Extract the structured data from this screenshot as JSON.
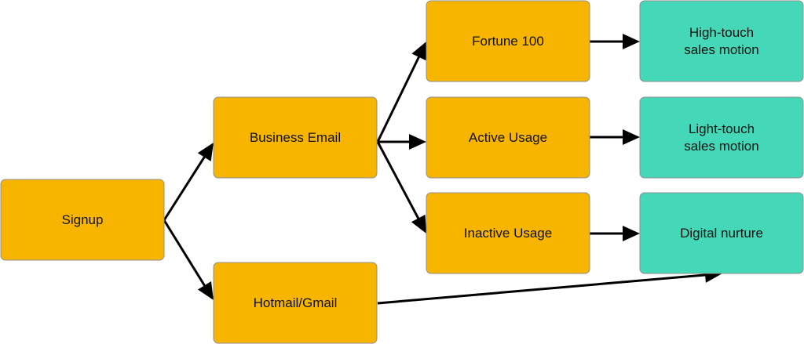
{
  "colors": {
    "decision_fill": "#F7B500",
    "outcome_fill": "#45D8B8",
    "border": "#8F8F8F",
    "edge": "#000000",
    "text": "#111111"
  },
  "nodes": {
    "signup": {
      "lines": [
        "Signup"
      ],
      "kind": "decision"
    },
    "business_email": {
      "lines": [
        "Business Email"
      ],
      "kind": "decision"
    },
    "hotmail_gmail": {
      "lines": [
        "Hotmail/Gmail"
      ],
      "kind": "decision"
    },
    "fortune_100": {
      "lines": [
        "Fortune 100"
      ],
      "kind": "decision"
    },
    "active_usage": {
      "lines": [
        "Active Usage"
      ],
      "kind": "decision"
    },
    "inactive_usage": {
      "lines": [
        "Inactive Usage"
      ],
      "kind": "decision"
    },
    "high_touch": {
      "lines": [
        "High-touch",
        "sales motion"
      ],
      "kind": "outcome"
    },
    "light_touch": {
      "lines": [
        "Light-touch",
        "sales motion"
      ],
      "kind": "outcome"
    },
    "digital_nurture": {
      "lines": [
        "Digital nurture"
      ],
      "kind": "outcome"
    }
  },
  "edges": [
    {
      "from": "signup",
      "to": "business_email"
    },
    {
      "from": "signup",
      "to": "hotmail_gmail"
    },
    {
      "from": "business_email",
      "to": "fortune_100"
    },
    {
      "from": "business_email",
      "to": "active_usage"
    },
    {
      "from": "business_email",
      "to": "inactive_usage"
    },
    {
      "from": "fortune_100",
      "to": "high_touch"
    },
    {
      "from": "active_usage",
      "to": "light_touch"
    },
    {
      "from": "inactive_usage",
      "to": "digital_nurture"
    },
    {
      "from": "hotmail_gmail",
      "to": "digital_nurture"
    }
  ]
}
